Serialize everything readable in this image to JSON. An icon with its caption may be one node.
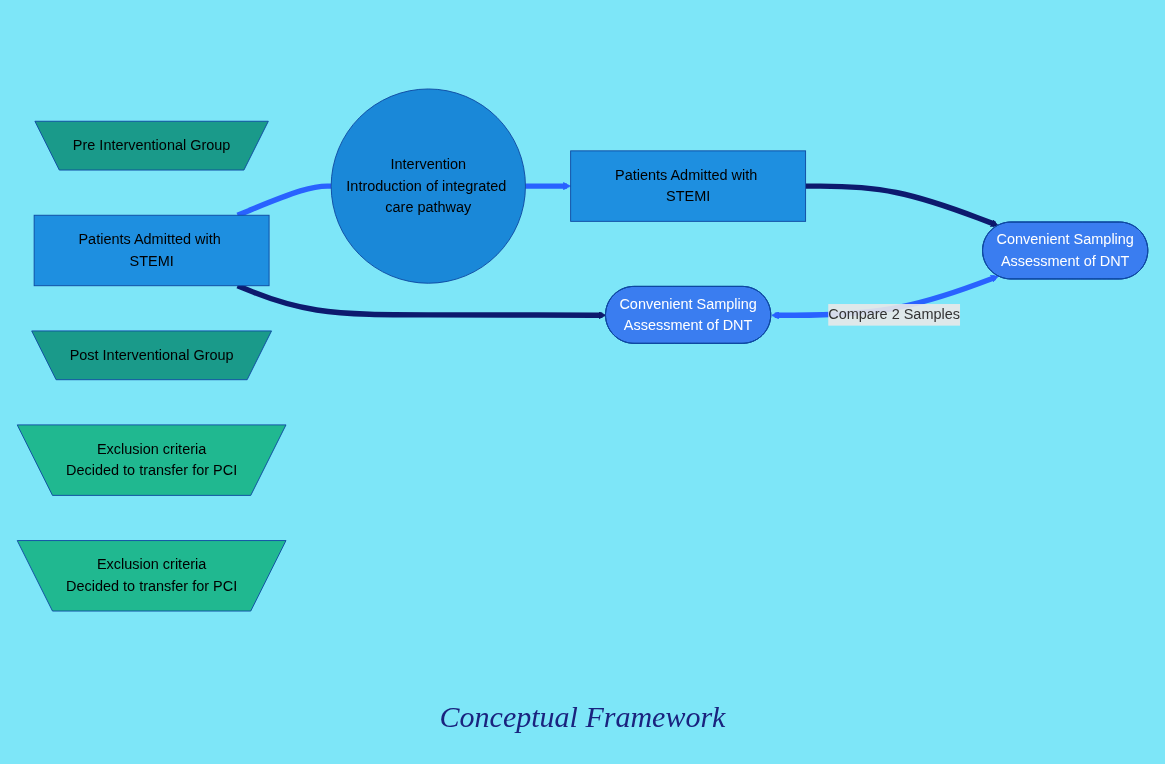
{
  "diagram": {
    "caption": "Conceptual Framework",
    "nodes": [
      {
        "text": [
          "Pre Interventional Group"
        ]
      },
      {
        "text": [
          "Patients Admitted with STEMI"
        ]
      },
      {
        "text": [
          "Intervention",
          "Introduction of integrated care pathway"
        ]
      },
      {
        "text": [
          "Post Interventional Group"
        ]
      },
      {
        "text": [
          "Patients Admitted with STEMI"
        ]
      },
      {
        "text": [
          "Convenient Sampling",
          "Assessment of DNT"
        ]
      },
      {
        "text": [
          "Convenient Sampling",
          "Assessment of DNT"
        ]
      },
      {
        "text": [
          "Exclusion criteria",
          "Decided to transfer for PCI"
        ]
      },
      {
        "text": [
          "Exclusion criteria",
          "Decided to transfer for PCI"
        ]
      }
    ],
    "edges": [
      {
        "from": 1,
        "to": 2,
        "arrow": "none"
      },
      {
        "from": 2,
        "to": 4,
        "arrow": "to"
      },
      {
        "from": 1,
        "to": 5,
        "arrow": "to",
        "color": "#0d1a6e"
      },
      {
        "from": 4,
        "to": 6,
        "arrow": "to",
        "color": "#0d1a6e"
      },
      {
        "from": 5,
        "to": 6,
        "label": "Compare 2 Samples",
        "arrow": "both"
      }
    ]
  }
}
